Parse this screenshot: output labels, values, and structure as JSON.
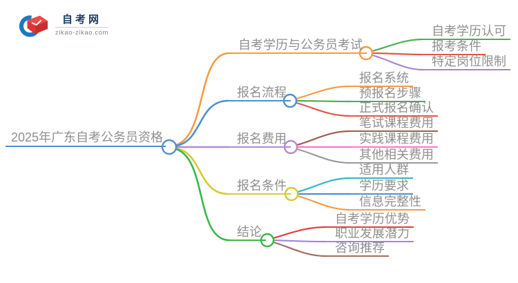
{
  "logo": {
    "title": "自考网",
    "domain": "zikao-zikao.com",
    "icon": "graduation-cap-icon",
    "crescent_color": "#1a7ac0",
    "cap_color": "#e84545"
  },
  "mindmap": {
    "root": {
      "label": "2025年广东自考公务员资格",
      "color": "#4e8fd0"
    },
    "branches": [
      {
        "label": "自考学历与公务员考试",
        "color": "#f59b42",
        "children": [
          {
            "label": "自考学历认可",
            "color": "#4cae4f"
          },
          {
            "label": "报考条件",
            "color": "#e2574d"
          },
          {
            "label": "特定岗位限制",
            "color": "#a584d6"
          }
        ]
      },
      {
        "label": "报名流程",
        "color": "#4e8fd0",
        "children": [
          {
            "label": "报名系统",
            "color": "#f59b42"
          },
          {
            "label": "预报名步骤",
            "color": "#4cae4f"
          },
          {
            "label": "正式报名确认",
            "color": "#e2574d"
          }
        ]
      },
      {
        "label": "报名费用",
        "color": "#b48ad2",
        "children": [
          {
            "label": "笔试课程费用",
            "color": "#a35c52"
          },
          {
            "label": "实践课程费用",
            "color": "#ff77c8"
          },
          {
            "label": "其他相关费用",
            "color": "#9a9a9a"
          }
        ]
      },
      {
        "label": "报名条件",
        "color": "#d4ca33",
        "children": [
          {
            "label": "适用人群",
            "color": "#33b5d5"
          },
          {
            "label": "学历要求",
            "color": "#4e8fd0"
          },
          {
            "label": "信息完整性",
            "color": "#f59b42"
          }
        ]
      },
      {
        "label": "结论",
        "color": "#3cb54a",
        "children": [
          {
            "label": "自考学历优势",
            "color": "#e23d3d"
          },
          {
            "label": "职业发展潜力",
            "color": "#9f86d9"
          },
          {
            "label": "咨询推荐",
            "color": "#9f6f5e"
          }
        ]
      }
    ]
  }
}
